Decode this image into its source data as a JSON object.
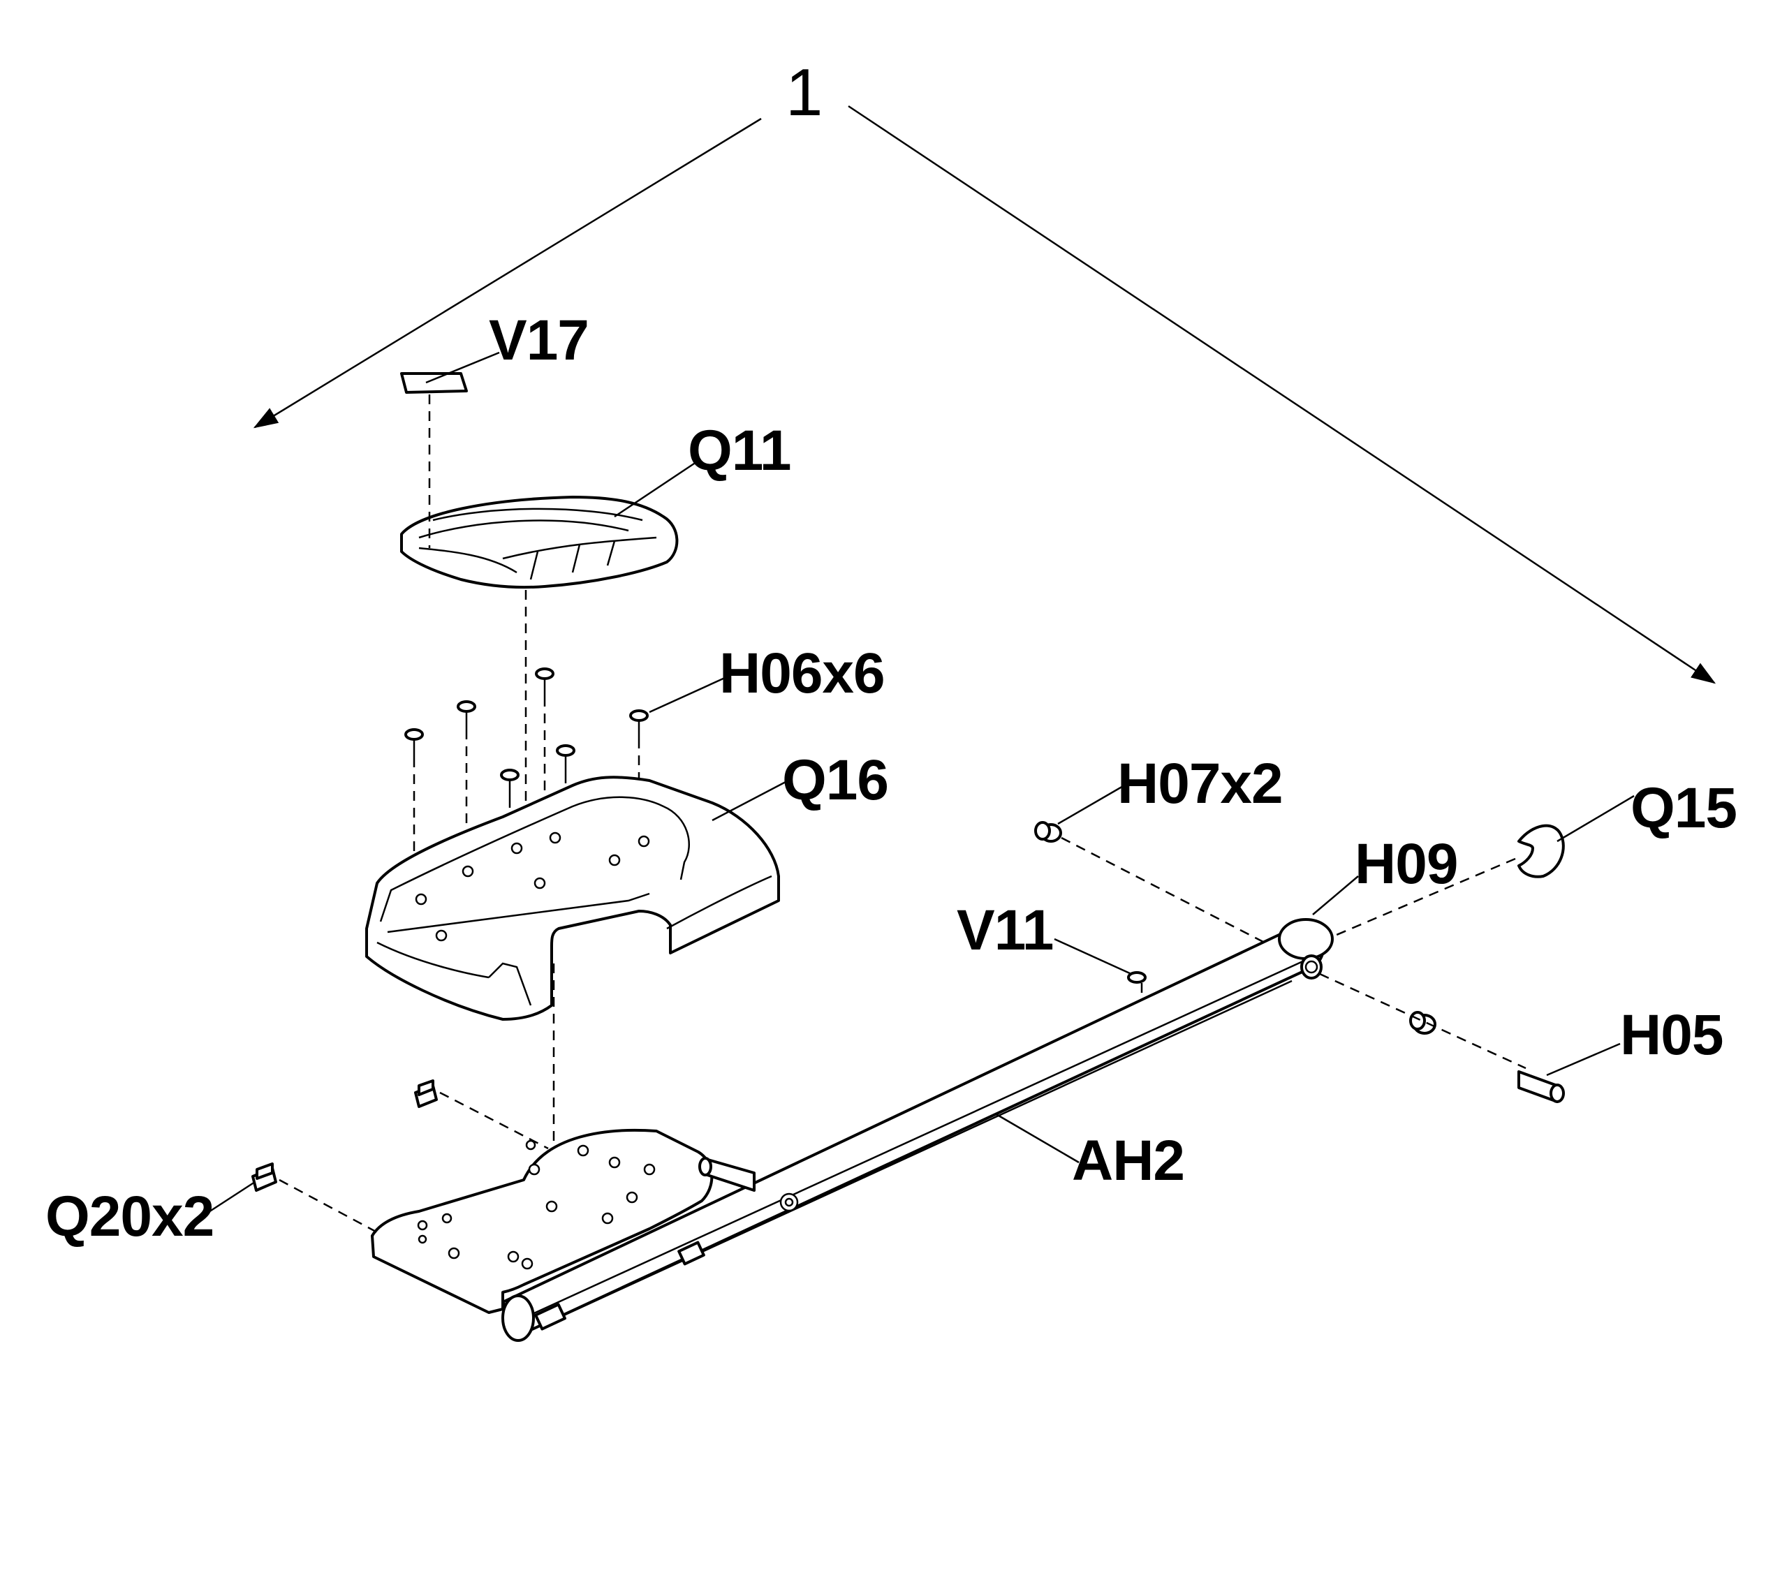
{
  "assembly_number": "1",
  "callouts": {
    "V17": "V17",
    "Q11": "Q11",
    "H06": "H06x6",
    "Q16": "Q16",
    "H07": "H07x2",
    "Q15": "Q15",
    "H09": "H09",
    "V11": "V11",
    "H05": "H05",
    "AH2": "AH2",
    "Q20": "Q20x2"
  },
  "colors": {
    "ink": "#000000",
    "background": "#ffffff"
  }
}
